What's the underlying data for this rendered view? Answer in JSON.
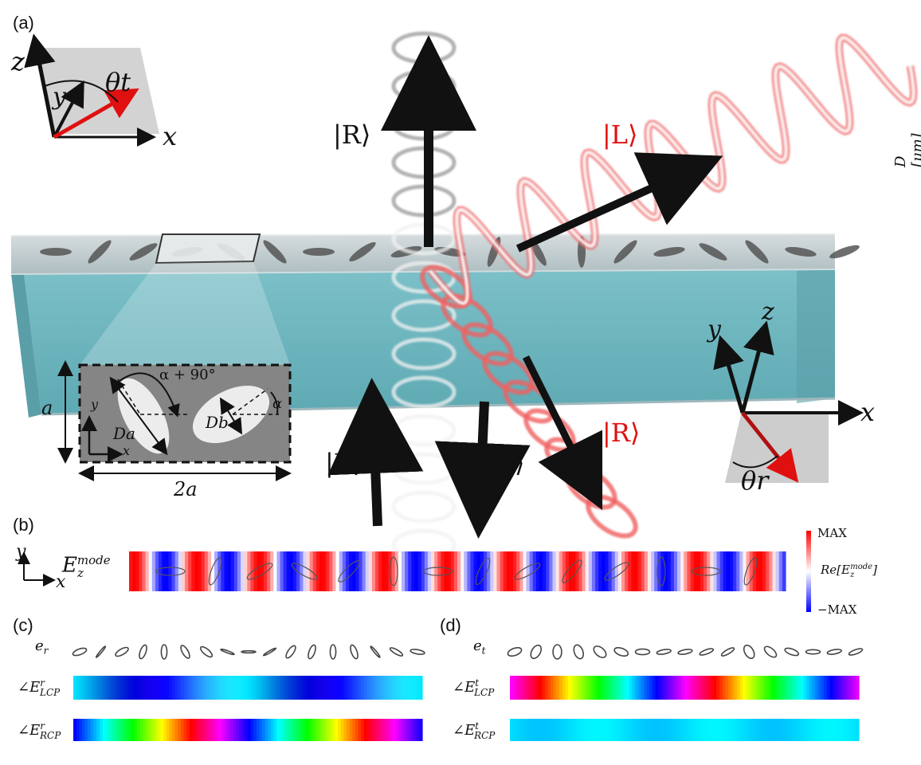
{
  "panels": {
    "a": "(a)",
    "b": "(b)",
    "c": "(c)",
    "d": "(d)"
  },
  "axes": {
    "x": "x",
    "y": "y",
    "z": "z"
  },
  "angles": {
    "theta_t": "θt",
    "theta_r": "θr",
    "alpha": "α",
    "alpha_plus": "α + 90°"
  },
  "dimensions": {
    "a": "a",
    "two_a": "2a",
    "D_a": "Da",
    "D_b": "Db"
  },
  "states": {
    "R_top": "|R⟩",
    "L_right": "|L⟩",
    "R_bottom_red": "|R⟩",
    "R_in": "|R⟩",
    "L_down": "|L⟩"
  },
  "side_label": "D [μm]",
  "mode": {
    "label": "E",
    "sub": "z",
    "sup": "mode"
  },
  "colorbar": {
    "max": "MAX",
    "min": "−MAX",
    "label_re": "Re[E",
    "label_sub": "z",
    "label_sup": "mode",
    "label_close": "]"
  },
  "rows_c": {
    "e": "e",
    "e_sub": "r",
    "lcp": "∠E",
    "lcp_sup": "r",
    "lcp_sub": "LCP",
    "rcp": "∠E",
    "rcp_sup": "r",
    "rcp_sub": "RCP"
  },
  "rows_d": {
    "e": "e",
    "e_sub": "t",
    "lcp": "∠E",
    "lcp_sup": "t",
    "lcp_sub": "LCP",
    "rcp": "∠E",
    "rcp_sup": "t",
    "rcp_sub": "RCP"
  },
  "colors": {
    "red": "#e01010",
    "black": "#111111",
    "guide": "#6fb3bd",
    "guide_dark": "#4f9aa5",
    "slab": "#b9c2c6",
    "gray_panel": "#d3d3d3"
  }
}
